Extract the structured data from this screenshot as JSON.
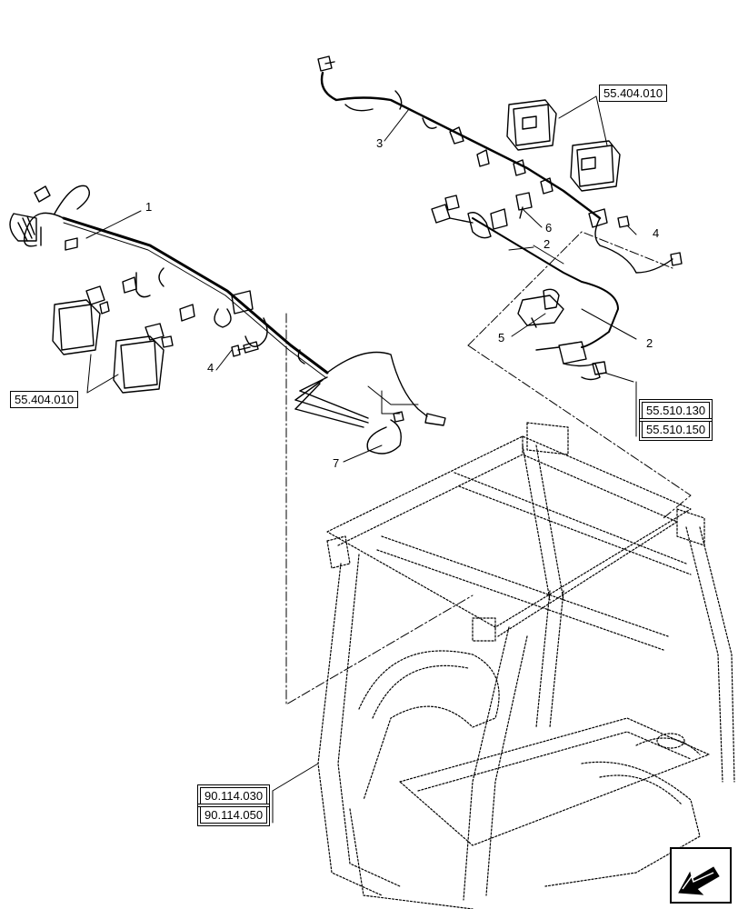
{
  "reference_codes": {
    "front_lamps": "55.404.010",
    "rear_lamps": "55.404.010",
    "harness_a": "55.510.130",
    "harness_b": "55.510.150",
    "cab_a": "90.114.030",
    "cab_b": "90.114.050"
  },
  "callouts": {
    "c1": "1",
    "c2a": "2",
    "c2b": "2",
    "c3": "3",
    "c4a": "4",
    "c4b": "4",
    "c5": "5",
    "c6": "6",
    "c7": "7"
  },
  "icons": {
    "nav": "arrow-pointing-left-down-icon"
  }
}
